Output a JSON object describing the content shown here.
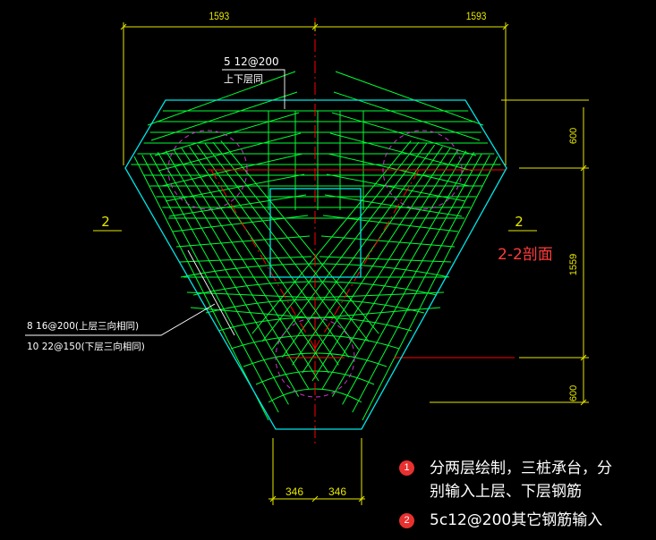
{
  "dimensions": {
    "top_left": "1593",
    "top_right": "1593",
    "right_upper": "600",
    "right_middle": "1559",
    "right_lower": "600",
    "bottom_left": "346",
    "bottom_right": "346"
  },
  "callouts": {
    "top_line1": "5 12@200",
    "top_line2": "上下层同",
    "left_line1": "8 16@200(上层三向相同)",
    "left_line2": "10 22@150(下层三向相同)"
  },
  "section_marks": {
    "left": "2",
    "right": "2"
  },
  "section_title": "2-2剖面",
  "notes": [
    {
      "badge": "1",
      "text_line1": "分两层绘制，三桩承台，分",
      "text_line2": "别输入上层、下层钢筋"
    },
    {
      "badge": "2",
      "text_line1": "5c12@200其它钢筋输入",
      "text_line2": ""
    }
  ],
  "colors": {
    "outline": "#00e5e5",
    "rebar": "#00ff33",
    "dimension": "#ffff00",
    "centerline": "#ff0000",
    "pile": "#cc33cc",
    "leader": "#ffffff",
    "title": "#ff3b3b",
    "badge": "#e8312f"
  }
}
